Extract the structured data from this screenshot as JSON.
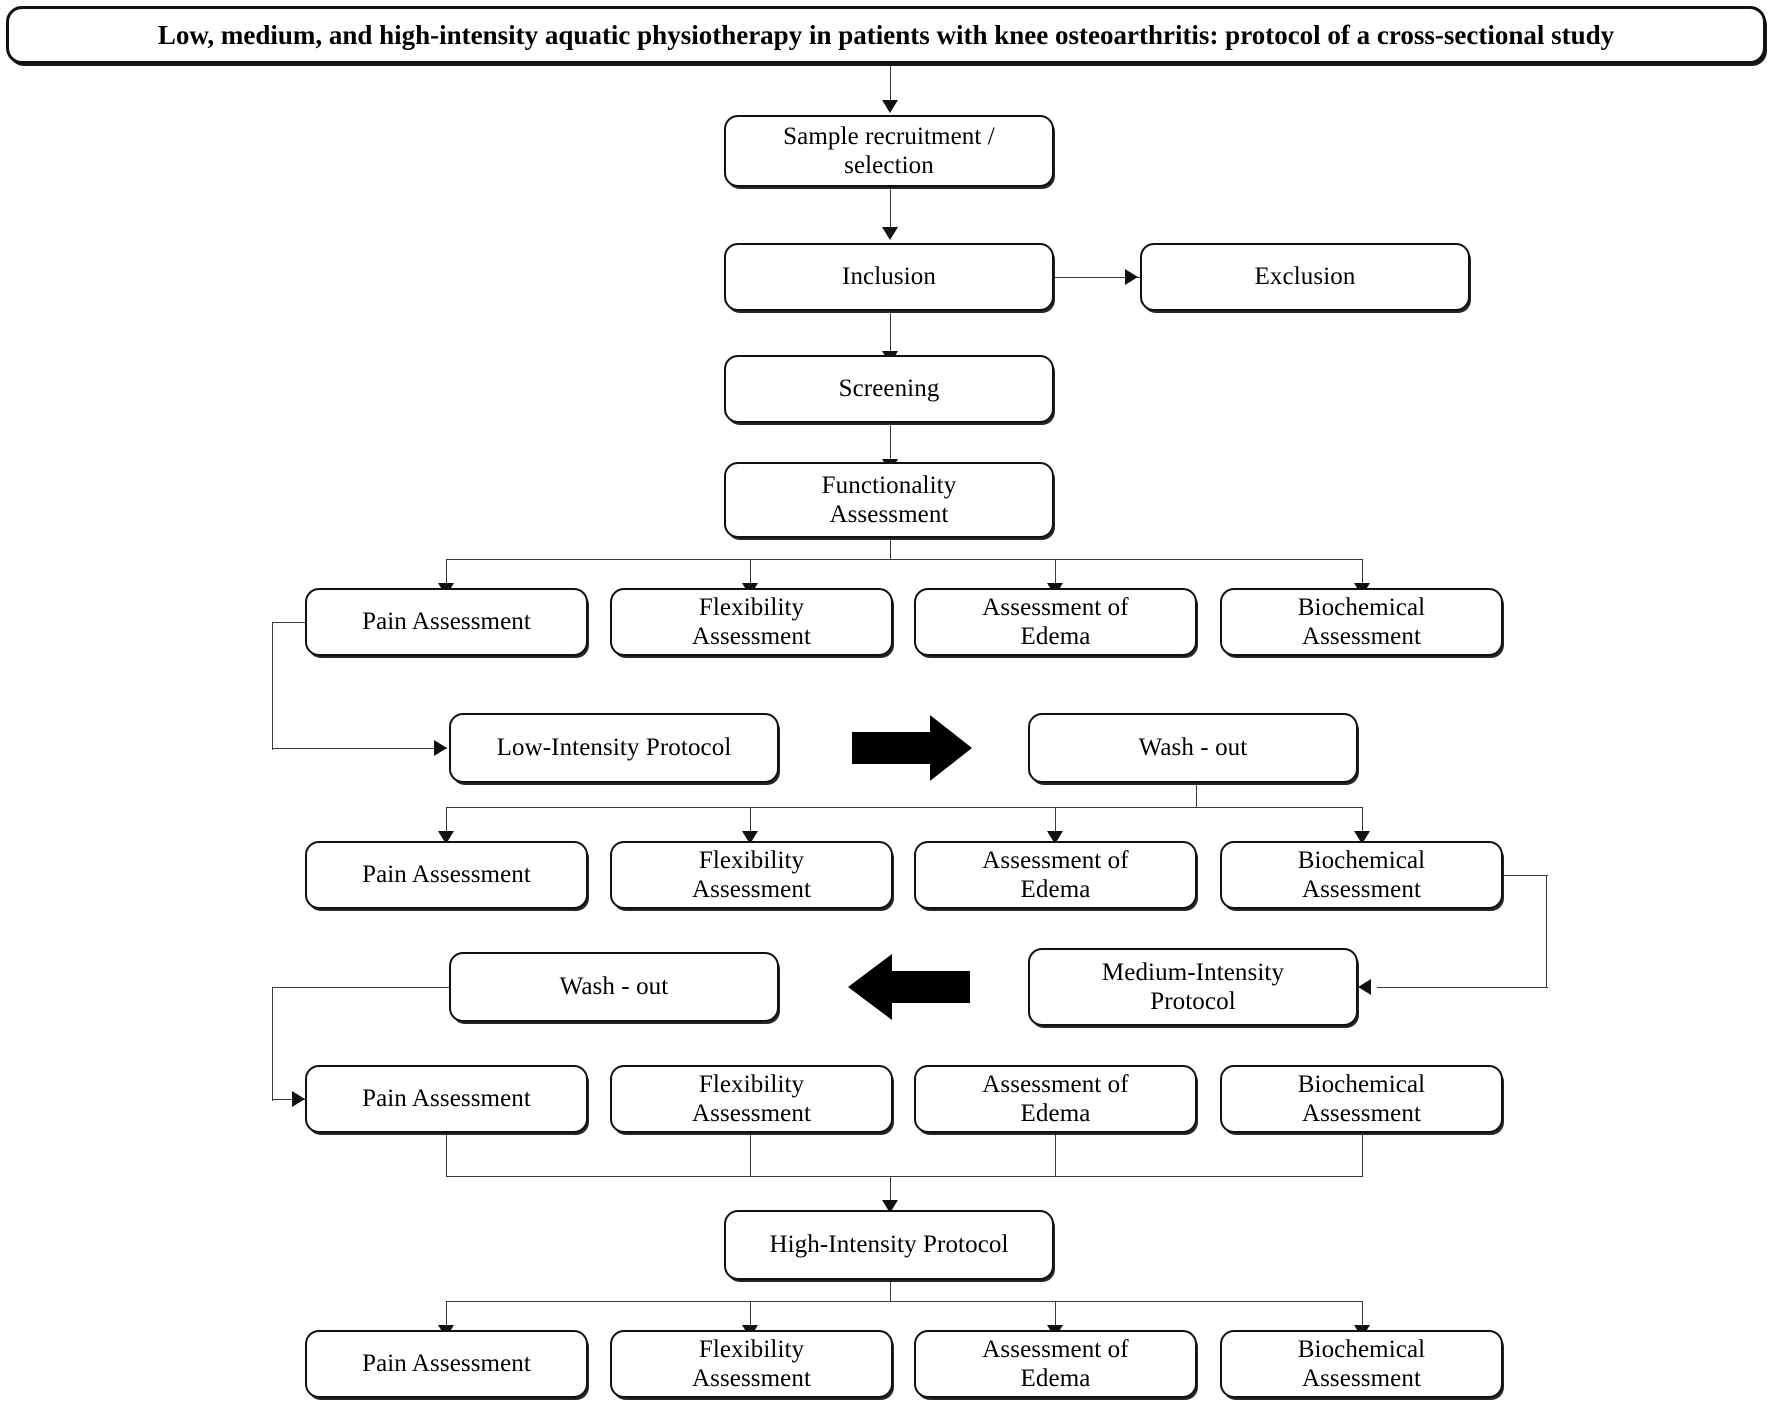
{
  "title": {
    "text": "Low, medium, and high-intensity aquatic physiotherapy in patients with knee osteoarthritis: protocol of a cross-sectional study"
  },
  "diagram": {
    "type": "flowchart",
    "orientation": "top-to-bottom",
    "nodes": {
      "sample_recruitment": "Sample recruitment /\nselection",
      "inclusion": "Inclusion",
      "exclusion": "Exclusion",
      "screening": "Screening",
      "functionality_assessment": "Functionality\nAssessment",
      "pain_assessment": "Pain Assessment",
      "flexibility_assessment": "Flexibility\nAssessment",
      "assessment_of_edema": "Assessment of\nEdema",
      "biochemical_assessment": "Biochemical\nAssessment",
      "low_intensity_protocol": "Low-Intensity Protocol",
      "medium_intensity_protocol": "Medium-Intensity\nProtocol",
      "high_intensity_protocol": "High-Intensity Protocol",
      "wash_out": "Wash - out"
    },
    "assessment_rows": [
      {
        "row": 1,
        "source": "Functionality Assessment",
        "items": [
          "Pain Assessment",
          "Flexibility\nAssessment",
          "Assessment of\nEdema",
          "Biochemical\nAssessment"
        ]
      },
      {
        "row": 2,
        "source": "Wash - out",
        "items": [
          "Pain Assessment",
          "Flexibility\nAssessment",
          "Assessment of\nEdema",
          "Biochemical\nAssessment"
        ]
      },
      {
        "row": 3,
        "source": "Wash - out",
        "items": [
          "Pain Assessment",
          "Flexibility\nAssessment",
          "Assessment of\nEdema",
          "Biochemical\nAssessment"
        ]
      },
      {
        "row": 4,
        "source": "High-Intensity Protocol",
        "items": [
          "Pain Assessment",
          "Flexibility\nAssessment",
          "Assessment of\nEdema",
          "Biochemical\nAssessment"
        ]
      }
    ],
    "block_arrows": [
      {
        "name": "low-to-washout-arrow",
        "direction": "right"
      },
      {
        "name": "medium-to-washout-arrow",
        "direction": "left"
      }
    ],
    "colors": {
      "box_border": "#111111",
      "connector": "#3a3a3a",
      "block_arrow_fill": "#000000",
      "background": "#ffffff"
    }
  }
}
